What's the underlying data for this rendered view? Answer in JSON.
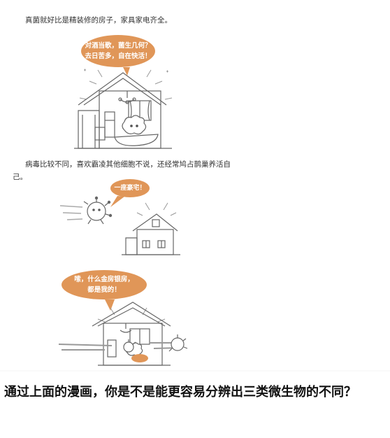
{
  "paragraphs": {
    "p1": "真菌就好比是精装修的房子，家具家电齐全。",
    "p2": "病毒比较不同，喜欢霸凌其他细胞不说，还经常鸠占鹊巢养活自己。"
  },
  "bubbles": {
    "fungus": [
      "对酒当歌，菌生几何？",
      "去日苦多，自在快活！"
    ],
    "virus_arrive": [
      "一座豪宅！"
    ],
    "virus_takeover": [
      "嗦，什么金房银房，",
      "都是我的！"
    ]
  },
  "heading": "通过上面的漫画，你是不是能更容易分辨出三类微生物的不同？",
  "colors": {
    "bubble": "#e09658",
    "line": "#555555"
  }
}
